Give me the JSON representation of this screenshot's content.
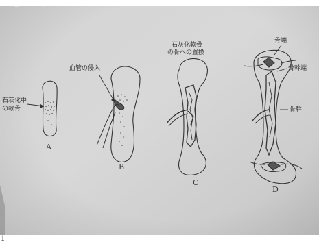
{
  "figures": {
    "A": {
      "letter": "A",
      "label_line1": "石灰化中",
      "label_line2": "の軟骨"
    },
    "B": {
      "letter": "B",
      "label": "血管の侵入"
    },
    "C": {
      "letter": "C",
      "label_line1": "石灰化軟骨",
      "label_line2": "の骨への置換"
    },
    "D": {
      "letter": "D",
      "label_epiphysis": "骨端",
      "label_metaphysis": "骨幹端",
      "label_diaphysis": "骨幹"
    }
  },
  "page_mark": "1"
}
